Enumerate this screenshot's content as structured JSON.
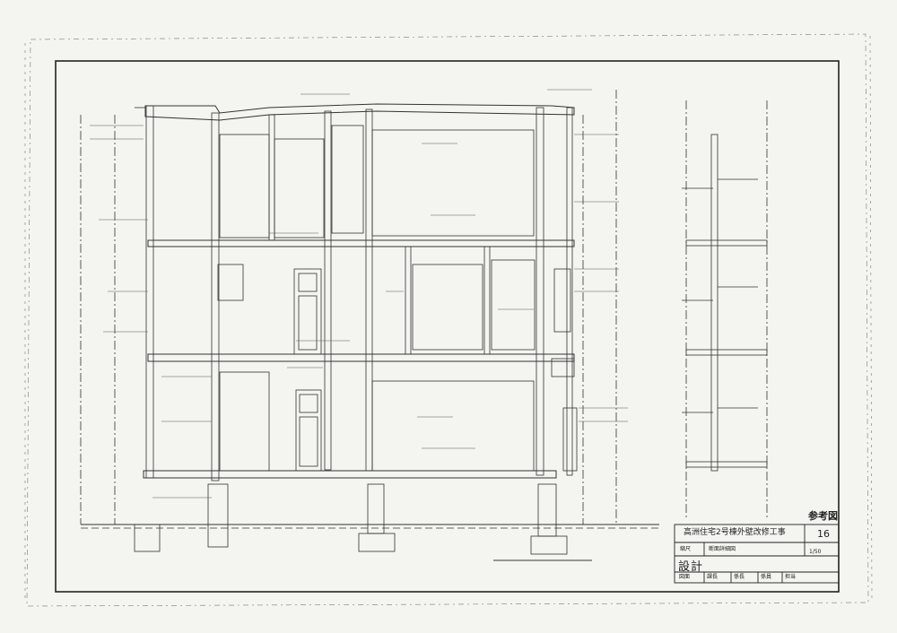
{
  "drawing": {
    "reference_title": "参考図",
    "project_name": "高洲住宅2号棟外壁改修工事",
    "sheet_number": "16",
    "scale_label": "縮尺",
    "sheet_label": "断面詳細図",
    "scale_value": "1/50",
    "designer_label": "設計",
    "role_labels": [
      "図面",
      "課長",
      "係長",
      "係員",
      "担当"
    ]
  },
  "colors": {
    "paper": "#f4f4f1",
    "ink": "#222222"
  }
}
